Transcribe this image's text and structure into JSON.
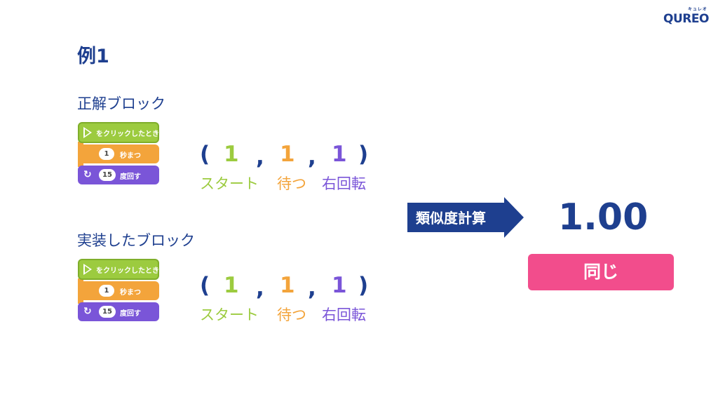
{
  "logo": {
    "text": "QUREO",
    "ruby": "キュレオ"
  },
  "example_title": "例1",
  "correct_label": "正解ブロック",
  "implemented_label": "実装したブロック",
  "blocks": {
    "start": "をクリックしたとき",
    "wait_value": "1",
    "wait_label": "秒まつ",
    "turn_value": "15",
    "turn_label": "度回す"
  },
  "tuple": {
    "open": "(",
    "close": ")",
    "comma": ",",
    "values": [
      "1",
      "1",
      "1"
    ],
    "labels": [
      "スタート",
      "待つ",
      "右回転"
    ]
  },
  "colors": {
    "start": "#9ccb3f",
    "wait": "#f3a43b",
    "turn": "#7a55d8",
    "title": "#1e3f8f",
    "verdict": "#f24d8c"
  },
  "arrow_label": "類似度計算",
  "score": "1.00",
  "verdict": "同じ"
}
